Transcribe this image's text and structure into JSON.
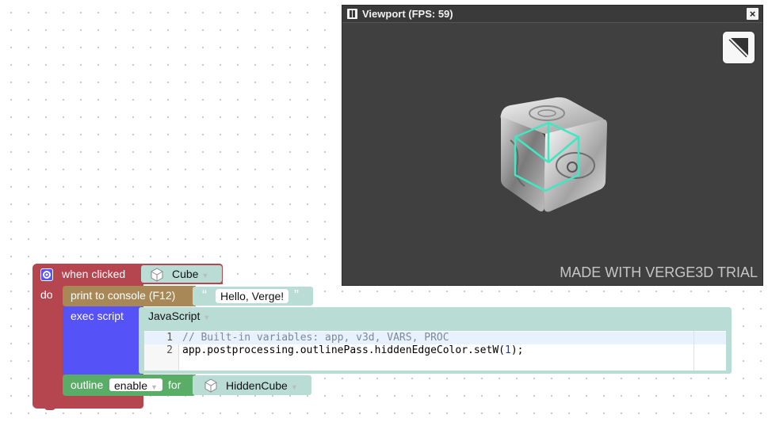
{
  "viewport": {
    "title": "Viewport (FPS: 59)",
    "close_glyph": "×",
    "watermark": "MADE WITH VERGE3D TRIAL"
  },
  "blocks": {
    "event": {
      "label": "when clicked",
      "object": "Cube",
      "do_label": "do"
    },
    "print": {
      "label": "print to console (F12)",
      "open_quote": "“",
      "text": "Hello, Verge!",
      "close_quote": "”"
    },
    "exec": {
      "label": "exec script",
      "language": "JavaScript",
      "code": [
        {
          "num": "1",
          "text": "// Built-in variables: app, v3d, VARS, PROC"
        },
        {
          "num": "2",
          "text_before": "app.postprocessing.outlinePass.hiddenEdgeColor.setW(",
          "number": "1",
          "text_after": ");"
        }
      ]
    },
    "outline": {
      "label": "outline",
      "mode": "enable",
      "for_label": "for",
      "object": "HiddenCube"
    }
  },
  "colors": {
    "event_block": "#b5454f",
    "print_block": "#a98858",
    "exec_block": "#5552f8",
    "outline_block": "#5aad67",
    "value_block": "#b9ddd4",
    "outline_highlight": "#3ee8c2"
  }
}
